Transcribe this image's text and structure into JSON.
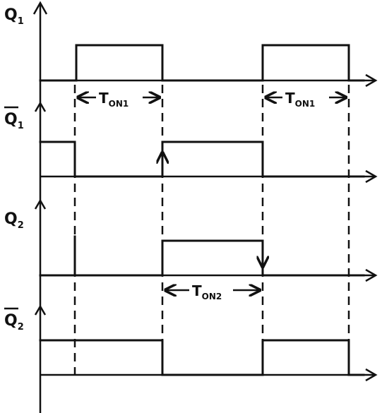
{
  "signals": [
    {
      "name": "Q",
      "sub": "1",
      "overbar": false
    },
    {
      "name": "Q",
      "sub": "1",
      "overbar": true
    },
    {
      "name": "Q",
      "sub": "2",
      "overbar": false
    },
    {
      "name": "Q",
      "sub": "2",
      "overbar": true
    }
  ],
  "intervals": [
    {
      "name": "T",
      "sub": "ON1"
    },
    {
      "name": "T",
      "sub": "ON1"
    },
    {
      "name": "T",
      "sub": "ON2"
    }
  ],
  "colors": {
    "ink": "#111111",
    "background": "#ffffff"
  }
}
